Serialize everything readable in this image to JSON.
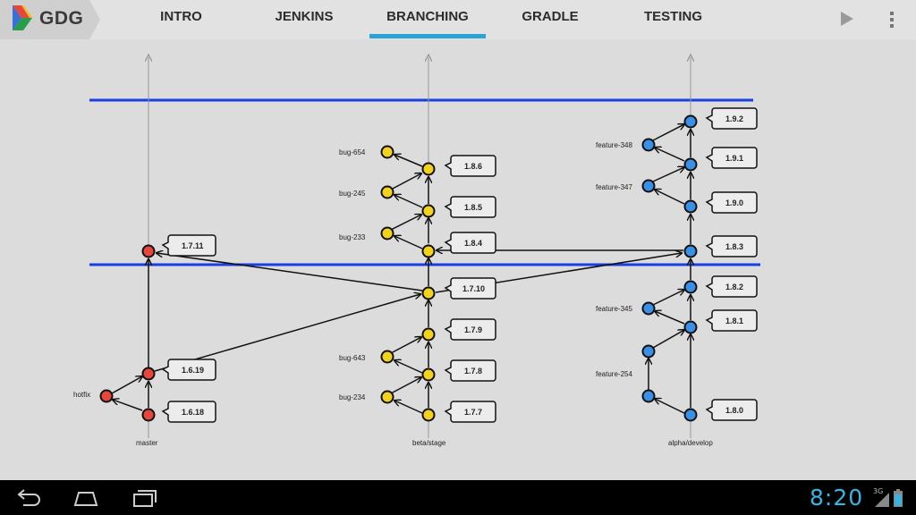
{
  "app": {
    "logo_text": "GDG"
  },
  "tabs": [
    {
      "label": "INTRO",
      "active": false
    },
    {
      "label": "JENKINS",
      "active": false
    },
    {
      "label": "BRANCHING",
      "active": true
    },
    {
      "label": "GRADLE",
      "active": false
    },
    {
      "label": "TESTING",
      "active": false
    }
  ],
  "colors": {
    "accent": "#2aa3d6",
    "master_node": "#e8463c",
    "beta_node": "#f2d21c",
    "alpha_node": "#3a8fe6",
    "release_line": "#1a3ee0",
    "clock": "#33b5e5"
  },
  "branches": [
    {
      "label": "master"
    },
    {
      "label": "beta/stage"
    },
    {
      "label": "alpha/develop"
    }
  ],
  "feature_labels": [
    "hotfix",
    "bug-654",
    "bug-245",
    "bug-233",
    "bug-643",
    "bug-234",
    "feature-348",
    "feature-347",
    "feature-345",
    "feature-254"
  ],
  "versions": {
    "master": [
      "1.7.11",
      "1.6.19",
      "1.6.18"
    ],
    "beta": [
      "1.8.6",
      "1.8.5",
      "1.8.4",
      "1.7.10",
      "1.7.9",
      "1.7.8",
      "1.7.7"
    ],
    "alpha": [
      "1.9.2",
      "1.9.1",
      "1.9.0",
      "1.8.3",
      "1.8.2",
      "1.8.1",
      "1.8.0"
    ]
  },
  "status": {
    "time": "8:20",
    "network": "3G"
  },
  "icons": {
    "play": "play-icon",
    "overflow": "overflow-menu-icon",
    "back": "back-icon",
    "home": "home-icon",
    "recents": "recent-apps-icon"
  }
}
